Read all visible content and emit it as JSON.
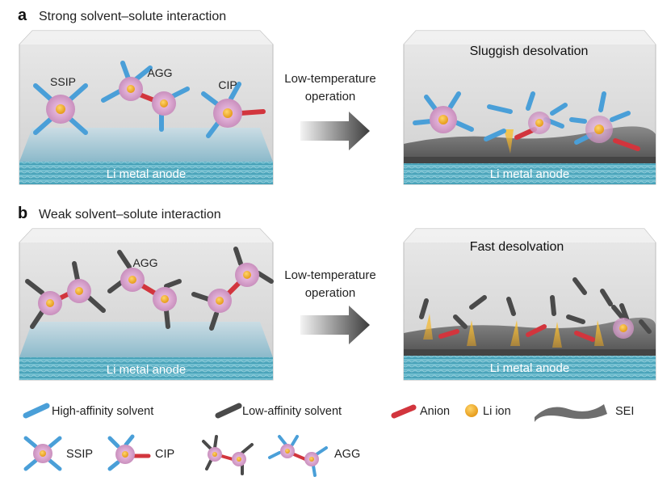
{
  "panel_a": {
    "letter": "a",
    "title": "Strong solvent–solute interaction",
    "left_labels": {
      "ssip": "SSIP",
      "agg": "AGG",
      "cip": "CIP"
    },
    "anode_left": "Li metal anode",
    "arrow_line1": "Low-temperature",
    "arrow_line2": "operation",
    "right_title": "Sluggish desolvation",
    "anode_right": "Li metal anode"
  },
  "panel_b": {
    "letter": "b",
    "title": "Weak solvent–solute interaction",
    "left_labels": {
      "agg": "AGG"
    },
    "anode_left": "Li metal anode",
    "arrow_line1": "Low-temperature",
    "arrow_line2": "operation",
    "right_title": "Fast desolvation",
    "anode_right": "Li metal anode"
  },
  "legend": {
    "high_affinity": "High-affinity solvent",
    "low_affinity": "Low-affinity solvent",
    "anion": "Anion",
    "li_ion": "Li ion",
    "sei": "SEI",
    "ssip": "SSIP",
    "cip": "CIP",
    "agg": "AGG"
  },
  "colors": {
    "high_affinity_solvent": "#4a9fd8",
    "low_affinity_solvent": "#4a4a4a",
    "anion": "#d2353d",
    "li_ion": "#f2b533",
    "solvation_shell": "#e3a6d3",
    "sei": "#6e6e6e",
    "anode": "#5fb6c9"
  }
}
